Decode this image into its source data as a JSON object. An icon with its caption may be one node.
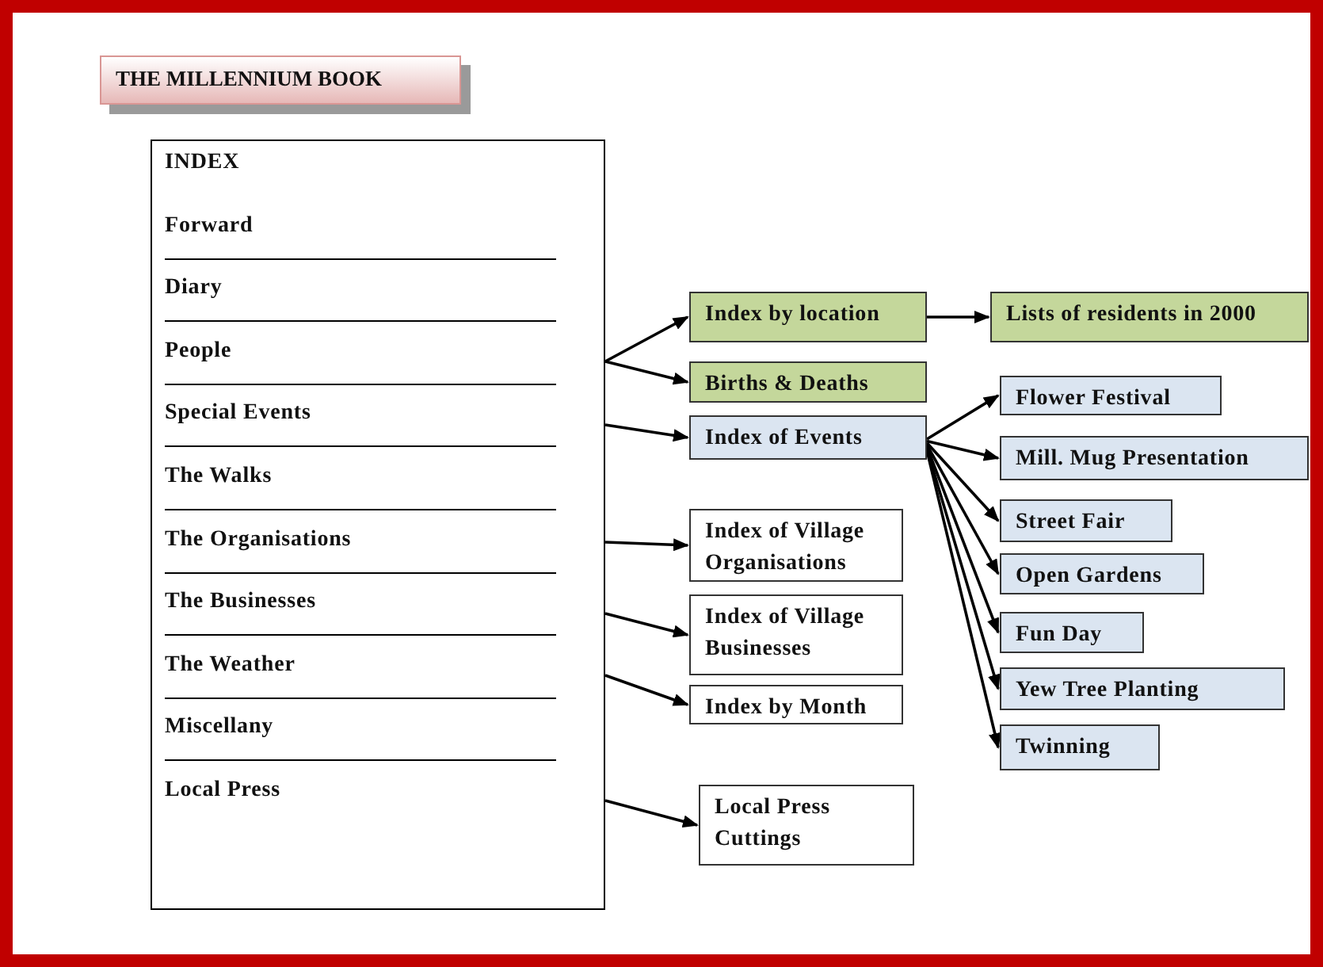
{
  "diagram": {
    "title": "THE MILLENNIUM BOOK",
    "nodes": [
      {
        "text": [
          "INDEX",
          "Forward",
          "Diary",
          "People",
          "Special Events",
          "The Walks",
          "The Organisations",
          "The Businesses",
          "The Weather",
          "Miscellany",
          "Local Press"
        ]
      },
      {
        "text": [
          "Index by location"
        ]
      },
      {
        "text": [
          "Lists of residents in 2000"
        ]
      },
      {
        "text": [
          "Births & Deaths"
        ]
      },
      {
        "text": [
          "Index of Events"
        ]
      },
      {
        "text": [
          "Flower Festival"
        ]
      },
      {
        "text": [
          "Mill. Mug Presentation"
        ]
      },
      {
        "text": [
          "Street Fair"
        ]
      },
      {
        "text": [
          "Open Gardens"
        ]
      },
      {
        "text": [
          "Fun Day"
        ]
      },
      {
        "text": [
          "Yew Tree Planting"
        ]
      },
      {
        "text": [
          "Twinning"
        ]
      },
      {
        "text": [
          "Index of Village Organisations"
        ]
      },
      {
        "text": [
          "Index of Village Businesses"
        ]
      },
      {
        "text": [
          "Index by Month"
        ]
      },
      {
        "text": [
          "Local Press Cuttings"
        ]
      }
    ],
    "edges": [
      {
        "from": 0,
        "to": 1,
        "arrow": "to"
      },
      {
        "from": 0,
        "to": 3,
        "arrow": "to"
      },
      {
        "from": 1,
        "to": 2,
        "arrow": "to"
      },
      {
        "from": 0,
        "to": 4,
        "arrow": "to"
      },
      {
        "from": 4,
        "to": 5,
        "arrow": "to"
      },
      {
        "from": 4,
        "to": 6,
        "arrow": "to"
      },
      {
        "from": 4,
        "to": 7,
        "arrow": "to"
      },
      {
        "from": 4,
        "to": 8,
        "arrow": "to"
      },
      {
        "from": 4,
        "to": 9,
        "arrow": "to"
      },
      {
        "from": 4,
        "to": 10,
        "arrow": "to"
      },
      {
        "from": 4,
        "to": 11,
        "arrow": "to"
      },
      {
        "from": 0,
        "to": 12,
        "arrow": "to"
      },
      {
        "from": 0,
        "to": 13,
        "arrow": "to"
      },
      {
        "from": 0,
        "to": 14,
        "arrow": "to"
      },
      {
        "from": 0,
        "to": 15,
        "arrow": "to"
      }
    ]
  }
}
